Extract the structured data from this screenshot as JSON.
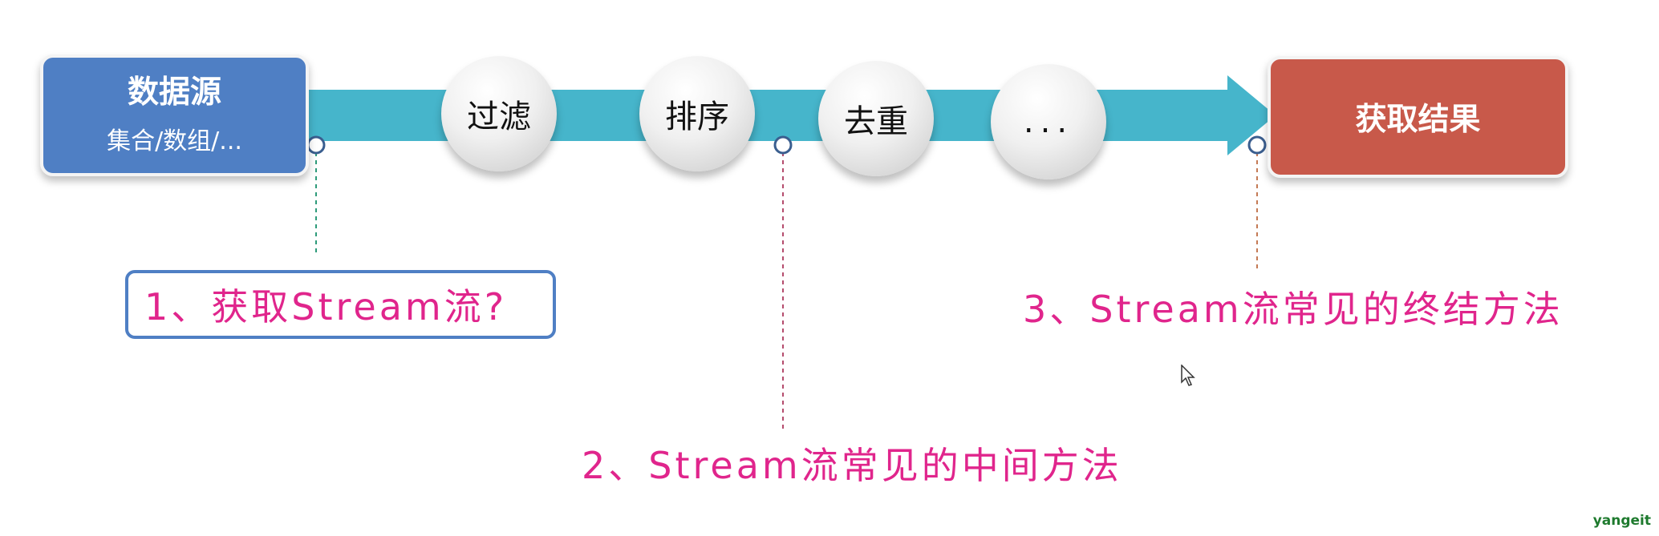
{
  "source": {
    "title": "数据源",
    "subtitle": "集合/数组/..."
  },
  "steps": [
    "过滤",
    "排序",
    "去重",
    "..."
  ],
  "result": {
    "title": "获取结果"
  },
  "annotations": {
    "step1": "1、获取Stream流?",
    "step2": "2、Stream流常见的中间方法",
    "step3": "3、Stream流常见的终结方法"
  },
  "watermark": "yangeit",
  "colors": {
    "arrow": "#46b5cb",
    "source": "#4f7fc4",
    "result": "#c8594a",
    "annotation": "#e0258c"
  }
}
